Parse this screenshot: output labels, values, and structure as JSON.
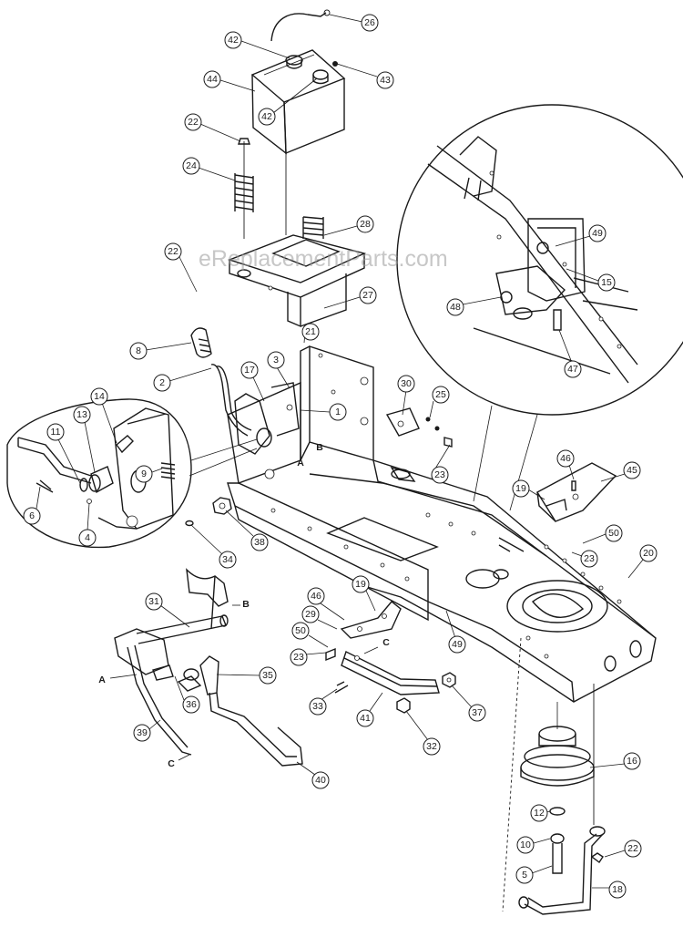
{
  "watermark": "eReplacementParts.com",
  "callouts": [
    "26",
    "42",
    "43",
    "44",
    "42",
    "22",
    "24",
    "28",
    "22",
    "27",
    "21",
    "8",
    "3",
    "17",
    "1",
    "30",
    "25",
    "2",
    "14",
    "13",
    "11",
    "9",
    "6",
    "4",
    "23",
    "A",
    "B",
    "38",
    "34",
    "19",
    "46",
    "45",
    "50",
    "23",
    "20",
    "31",
    "B",
    "46",
    "19",
    "29",
    "50",
    "23",
    "C",
    "49",
    "35",
    "A",
    "36",
    "33",
    "41",
    "37",
    "39",
    "C",
    "40",
    "32",
    "16",
    "12",
    "10",
    "22",
    "5",
    "18",
    "49",
    "15",
    "48",
    "47"
  ]
}
